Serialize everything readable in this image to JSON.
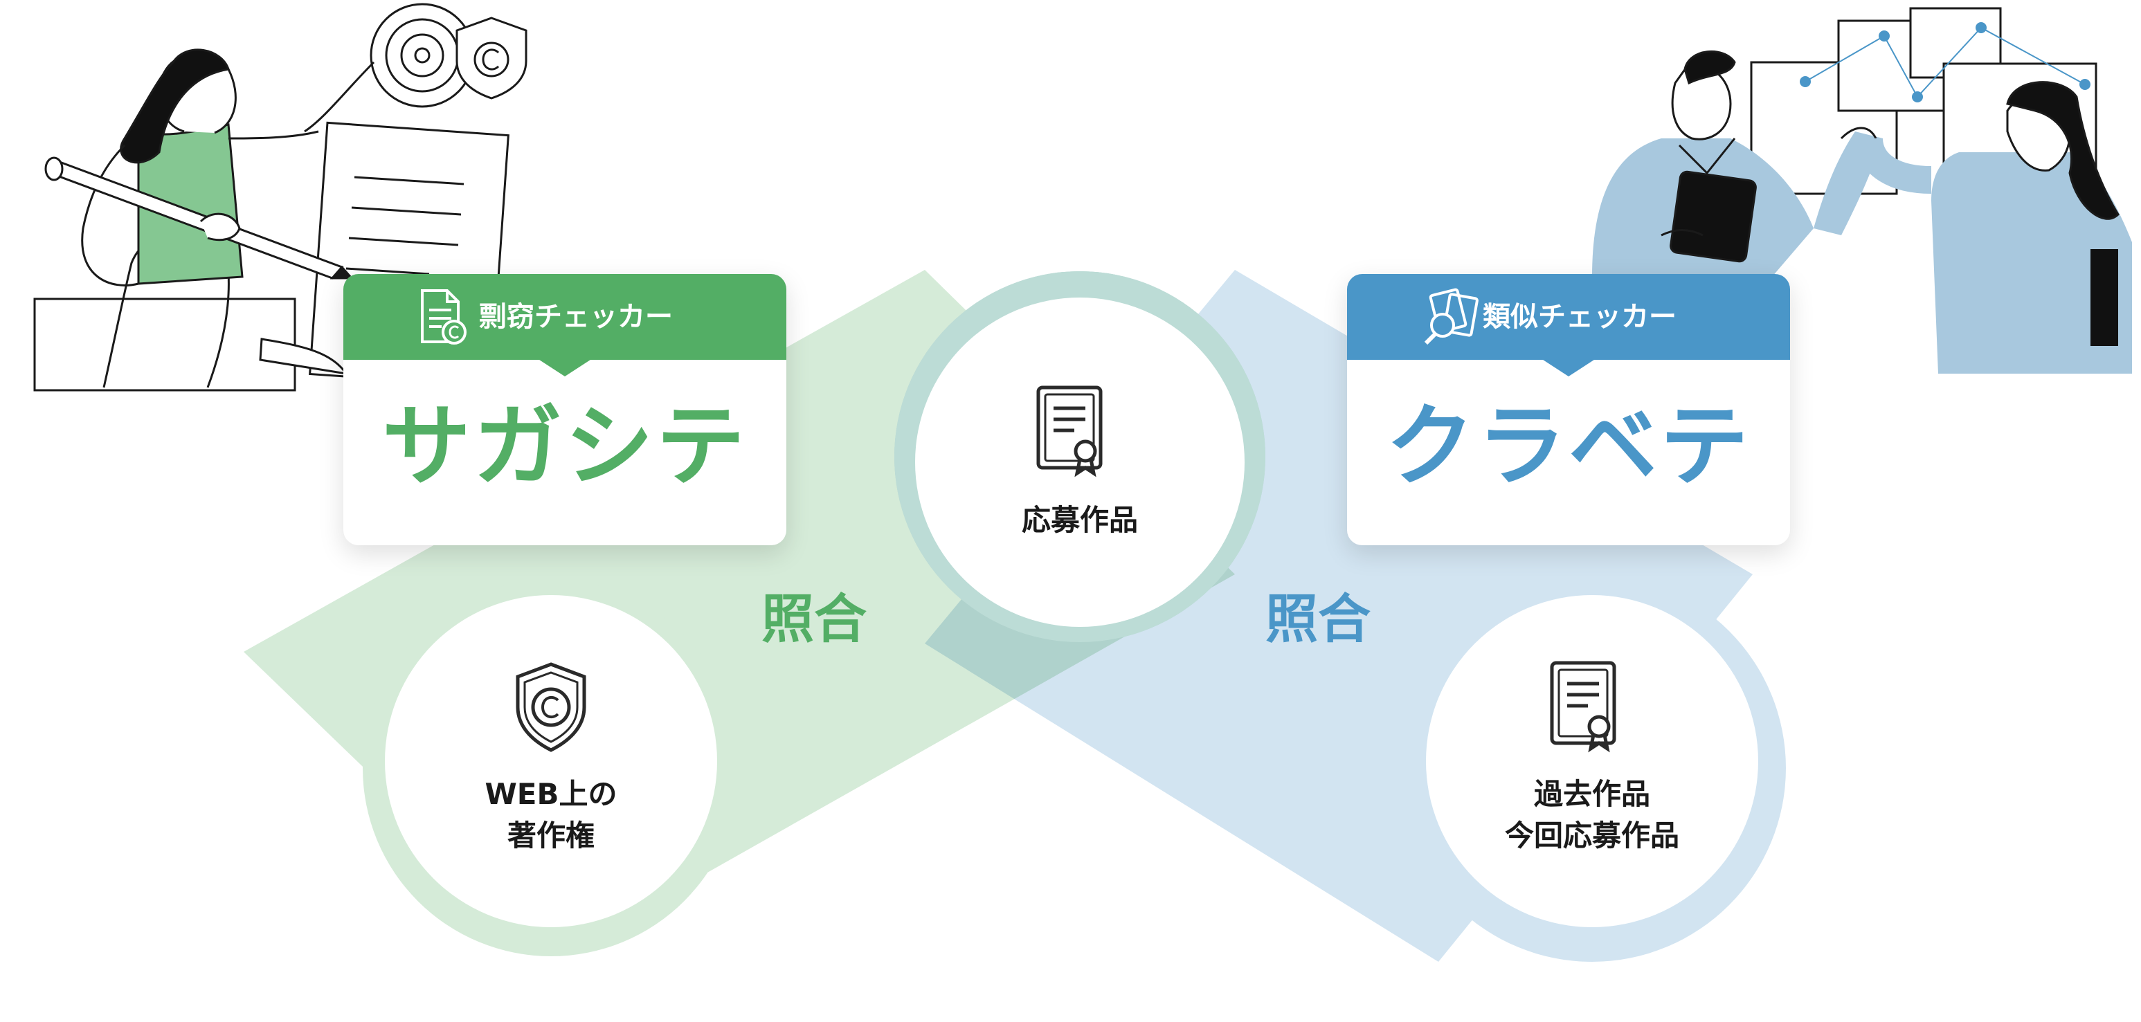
{
  "colors": {
    "green": "#53ae65",
    "blue": "#4a96c8",
    "green_light": "#d5ebd8",
    "blue_light": "#d2e4f1",
    "teal_ring": "#bcdcd6",
    "text_dark": "#1a1a1a"
  },
  "nodes": {
    "center_label": "応募作品",
    "left_line1": "WEB上の",
    "left_line2": "著作権",
    "right_line1": "過去作品",
    "right_line2": "今回応募作品"
  },
  "match_left": "照合",
  "match_right": "照合",
  "card_left": {
    "header": "剽窃チェッカー",
    "header_icon": "document-copyright-icon",
    "title": "サガシテ"
  },
  "card_right": {
    "header": "類似チェッカー",
    "header_icon": "document-magnifier-icon",
    "title": "クラベテ"
  }
}
